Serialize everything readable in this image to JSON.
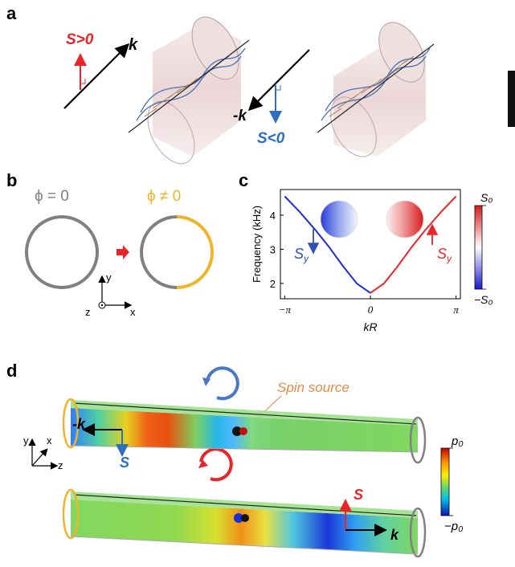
{
  "panels": {
    "a": {
      "label": "a",
      "spin_pos_text": "S>0",
      "k_pos_text": "k",
      "k_neg_text": "-k",
      "spin_neg_text": "S<0"
    },
    "b": {
      "label": "b",
      "phi_zero_text": "ϕ = 0",
      "phi_nonzero_text": "ϕ ≠ 0",
      "axis_y": "y",
      "axis_x": "x",
      "axis_z": "z"
    },
    "c": {
      "label": "c",
      "colorbar_top": "S₀",
      "colorbar_bottom": "−S₀",
      "sy_left": "S",
      "sy_left_sub": "y",
      "sy_right": "S",
      "sy_right_sub": "y"
    },
    "d": {
      "label": "d",
      "spin_source_text": "Spin source",
      "k_neg_text": "-k",
      "s_top_text": "S",
      "s_bottom_text": "S",
      "k_pos_text": "k",
      "axis_y": "y",
      "axis_x": "x",
      "axis_z": "z",
      "colorbar_top": "p₀",
      "colorbar_bottom": "−p₀"
    }
  },
  "colors": {
    "red": "#e8262a",
    "blue": "#2f6fc0",
    "gray": "#808080",
    "gold": "#f0b429",
    "orange_text": "#e9883c"
  },
  "chart_data": {
    "type": "line",
    "title": "",
    "xlabel": "kR",
    "ylabel": "Frequency (kHz)",
    "xlim": [
      -3.3,
      3.3
    ],
    "ylim": [
      1.55,
      4.75
    ],
    "xticks": [
      -3.14159,
      0,
      3.14159
    ],
    "xtick_labels": [
      "−π",
      "0",
      "π"
    ],
    "yticks": [
      2,
      3,
      4
    ],
    "ytick_labels": [
      "2",
      "3",
      "4"
    ],
    "grid": false,
    "series": [
      {
        "color": "#1f2bd6",
        "x": [
          -3.14159,
          -2.6,
          -2.0,
          -1.5,
          -1.0,
          -0.5,
          0
        ],
        "y": [
          4.55,
          4.1,
          3.55,
          3.05,
          2.5,
          2.0,
          1.72
        ]
      },
      {
        "color": "#e8262a",
        "x": [
          0,
          0.5,
          1.0,
          1.5,
          2.0,
          2.6,
          3.14159
        ],
        "y": [
          1.72,
          2.0,
          2.5,
          3.05,
          3.55,
          4.1,
          4.55
        ]
      }
    ]
  }
}
